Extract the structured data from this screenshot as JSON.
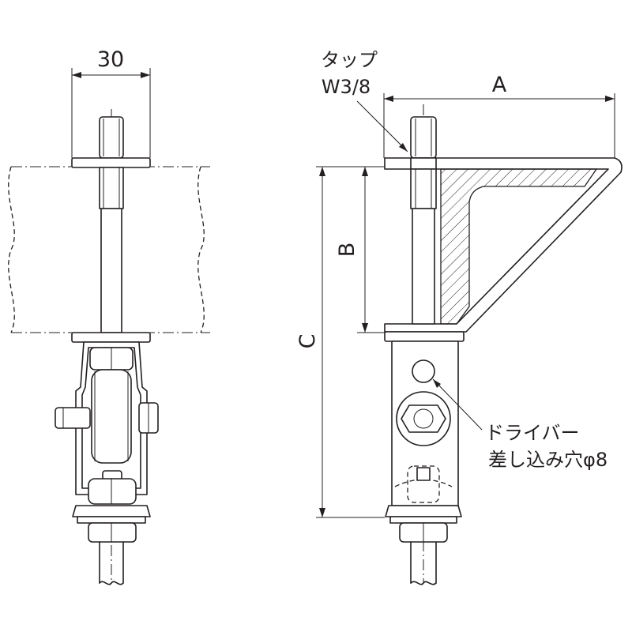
{
  "dimensions": {
    "width_value": "30",
    "a_label": "A",
    "b_label": "B",
    "c_label": "C"
  },
  "annotations": {
    "tap_line1": "タップ",
    "tap_line2": "W3/8",
    "driver_line1": "ドライバー",
    "driver_line2": "差し込み穴φ8"
  }
}
